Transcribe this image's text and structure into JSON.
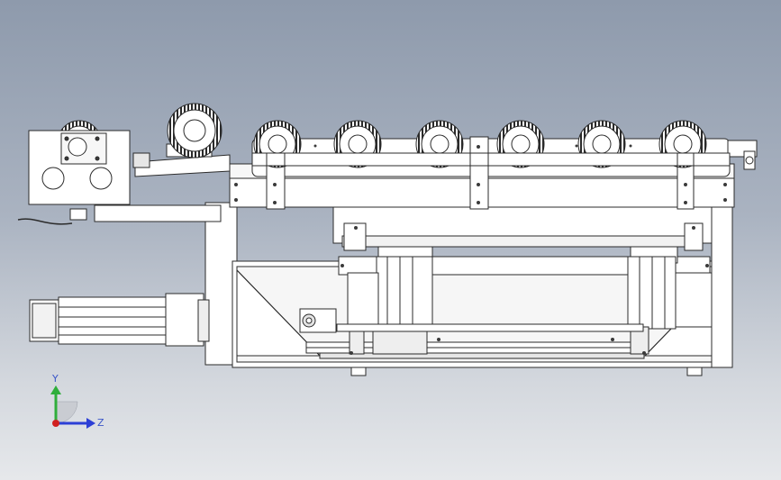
{
  "view": {
    "background_top": "#8e9aac",
    "background_bottom": "#e6e8eb",
    "part_fill": "#ffffff",
    "part_shade": "#e9e9e9",
    "edge_color": "#2b2b2b"
  },
  "model": {
    "roller_count_on_conveyor": 6,
    "raised_roller_count": 2,
    "parts": [
      "conveyor-frame",
      "roller-wheel",
      "gearbox-housing",
      "cable",
      "servo-motor-cylinder",
      "lift-cylinder",
      "base-frame",
      "guide-rail",
      "support-foot"
    ]
  },
  "triad": {
    "y_label": "Y",
    "z_label": "Z",
    "y_color": "#2fae3b",
    "z_color": "#2c3fd6",
    "x_color": "#d02020"
  }
}
